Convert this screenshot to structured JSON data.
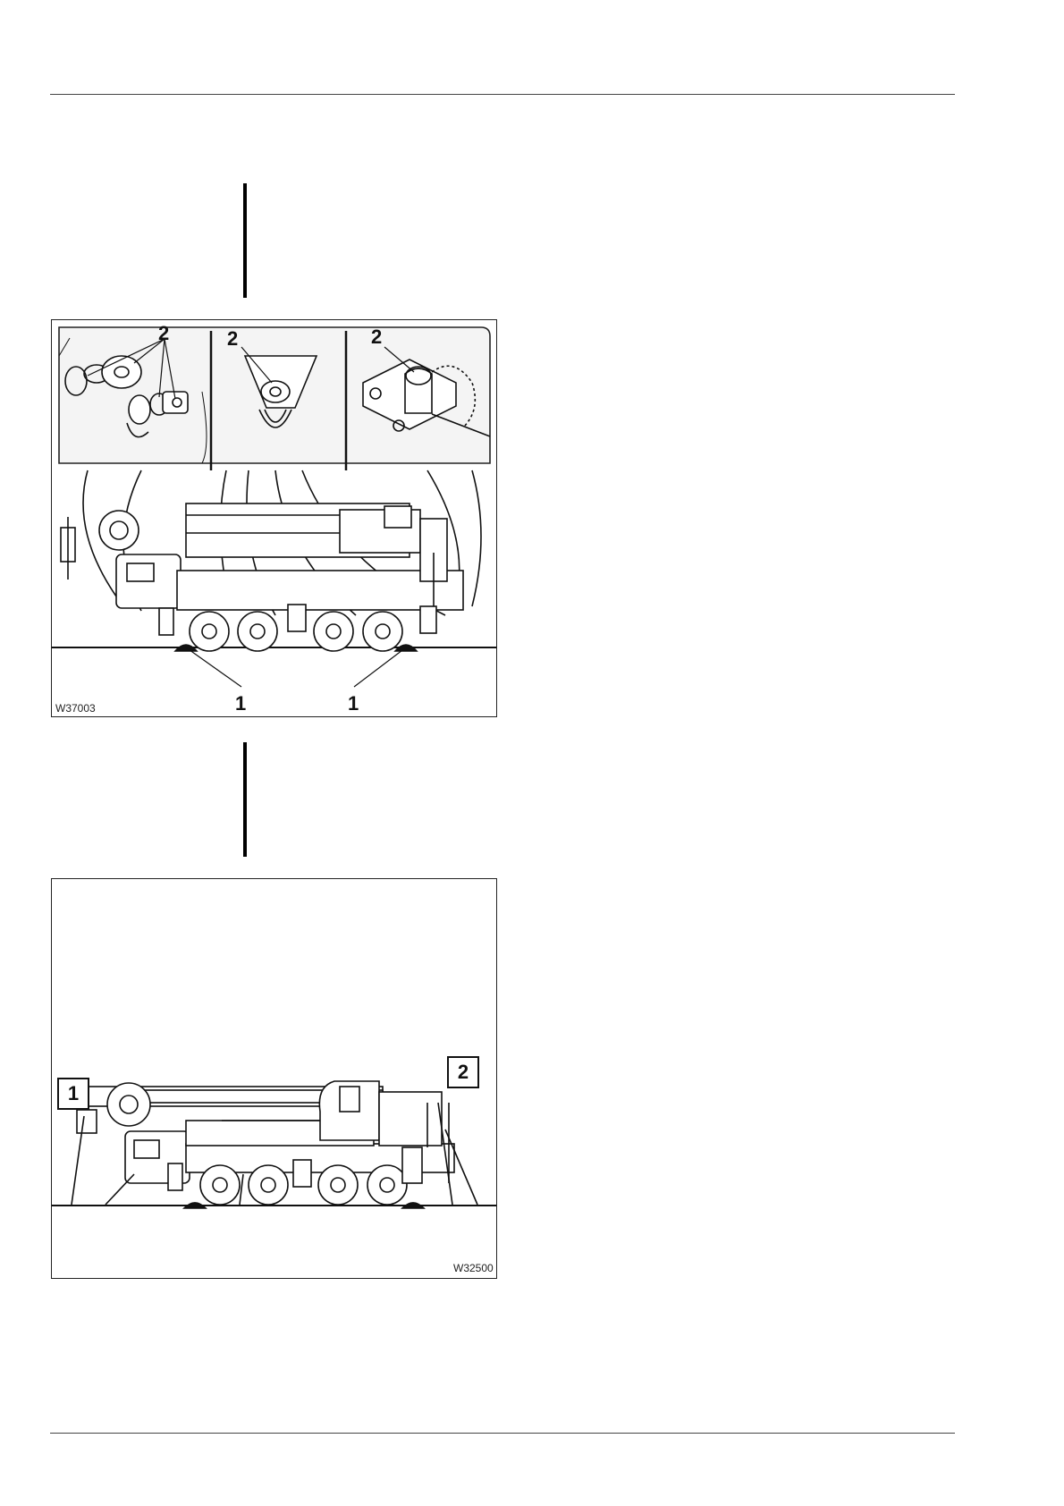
{
  "figures": [
    {
      "id_label": "W37003",
      "callouts": {
        "lifting_points_lower": "1",
        "shackle_details": "2"
      }
    },
    {
      "id_label": "W32500",
      "callouts": {
        "front_point": "1",
        "rear_point": "2"
      }
    }
  ]
}
